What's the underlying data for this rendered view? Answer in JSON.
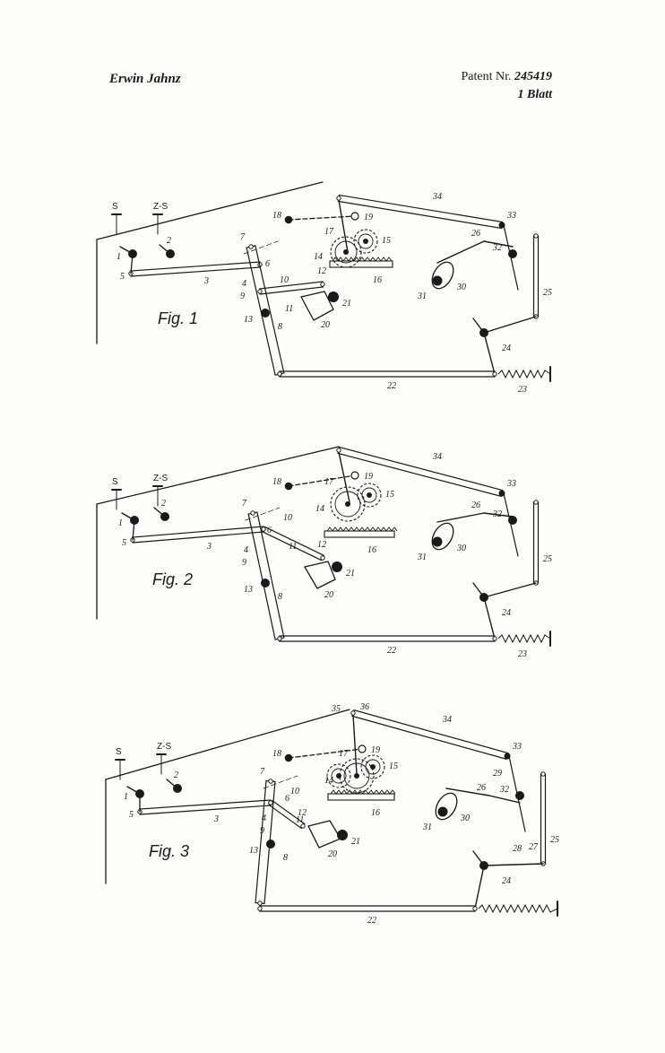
{
  "header": {
    "inventor": "Erwin Jahnz",
    "patent_label": "Patent Nr.",
    "patent_number": "245419",
    "sheet": "1 Blatt"
  },
  "figures": [
    {
      "label": "Fig. 1",
      "keys": [
        "S",
        "Z-S"
      ],
      "parts": [
        "1",
        "2",
        "3",
        "4",
        "5",
        "6",
        "7",
        "8",
        "9",
        "10",
        "11",
        "12",
        "13",
        "14",
        "15",
        "16",
        "17",
        "18",
        "19",
        "20",
        "21",
        "22",
        "23",
        "24",
        "25",
        "26",
        "30",
        "31",
        "32",
        "33",
        "34"
      ]
    },
    {
      "label": "Fig. 2",
      "keys": [
        "S",
        "Z-S"
      ],
      "parts": [
        "1",
        "2",
        "3",
        "4",
        "5",
        "6",
        "7",
        "8",
        "9",
        "10",
        "11",
        "12",
        "13",
        "14",
        "15",
        "16",
        "17",
        "18",
        "19",
        "20",
        "21",
        "22",
        "23",
        "24",
        "25",
        "26",
        "30",
        "31",
        "32",
        "33",
        "34"
      ]
    },
    {
      "label": "Fig. 3",
      "keys": [
        "S",
        "Z-S"
      ],
      "parts": [
        "1",
        "2",
        "3",
        "4",
        "5",
        "6",
        "7",
        "8",
        "9",
        "10",
        "11",
        "12",
        "13",
        "14",
        "15",
        "16",
        "17",
        "18",
        "19",
        "20",
        "21",
        "22",
        "24",
        "25",
        "26",
        "27",
        "28",
        "29",
        "30",
        "31",
        "32",
        "33",
        "34",
        "35",
        "36"
      ]
    }
  ]
}
